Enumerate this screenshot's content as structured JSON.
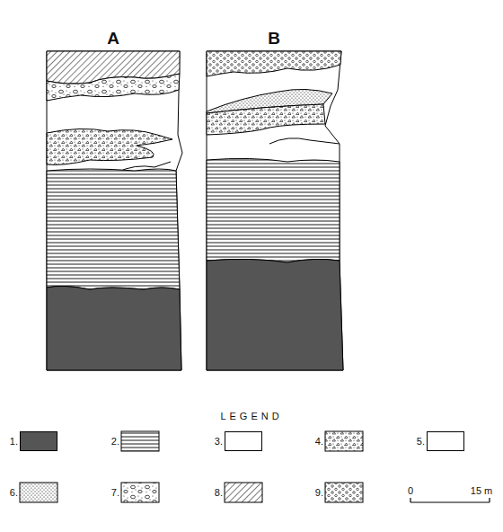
{
  "diagram": {
    "labels": [
      "A",
      "B",
      "LEGEND",
      "0",
      "15 m"
    ],
    "legend": [
      {
        "text": "1.",
        "color": "#555555"
      },
      {
        "text": "2."
      },
      {
        "text": "3.",
        "color": "#ffffff"
      },
      {
        "text": "4."
      },
      {
        "text": "5.",
        "color": "#ffffff"
      },
      {
        "text": "6."
      },
      {
        "text": "7."
      },
      {
        "text": "8."
      },
      {
        "text": "9."
      }
    ]
  }
}
